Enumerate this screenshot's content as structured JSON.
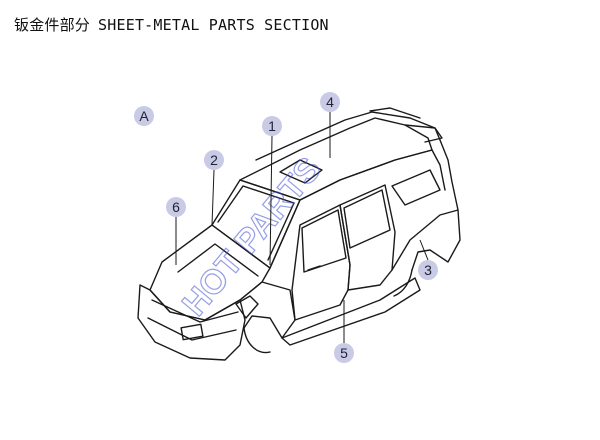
{
  "title": {
    "chinese": "钣金件部分",
    "english": "SHEET-METAL PARTS SECTION"
  },
  "view_label": "A",
  "callouts": [
    "1",
    "2",
    "3",
    "4",
    "5",
    "6"
  ],
  "watermark": "HOT PARTS",
  "colors": {
    "line": "#1a1a1a",
    "callout_fill": "#c9cbe6",
    "watermark": "#3f4fd0"
  }
}
